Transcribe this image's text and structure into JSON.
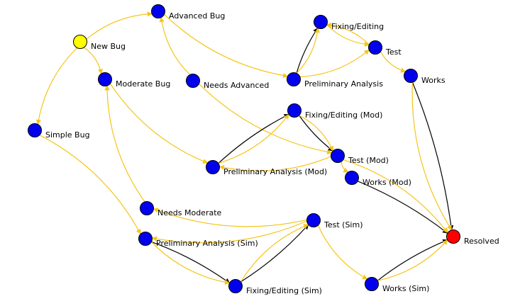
{
  "diagram": {
    "type": "state-graph",
    "colors": {
      "background": "#ffffff",
      "node_default": "#0000ee",
      "node_start": "#ffff00",
      "node_end": "#ff0000",
      "node_stroke": "#000000",
      "edge_primary": "#f5c518",
      "edge_secondary": "#000000"
    },
    "nodes": [
      {
        "id": "new_bug",
        "label": "New Bug",
        "kind": "start"
      },
      {
        "id": "advanced_bug",
        "label": "Advanced Bug",
        "kind": "default"
      },
      {
        "id": "moderate_bug",
        "label": "Moderate Bug",
        "kind": "default"
      },
      {
        "id": "simple_bug",
        "label": "Simple Bug",
        "kind": "default"
      },
      {
        "id": "needs_advanced",
        "label": "Needs Advanced",
        "kind": "default"
      },
      {
        "id": "prelim",
        "label": "Preliminary Analysis",
        "kind": "default"
      },
      {
        "id": "fixing",
        "label": "Fixing/Editing",
        "kind": "default"
      },
      {
        "id": "test",
        "label": "Test",
        "kind": "default"
      },
      {
        "id": "works",
        "label": "Works",
        "kind": "default"
      },
      {
        "id": "fixing_mod",
        "label": "Fixing/Editing (Mod)",
        "kind": "default"
      },
      {
        "id": "test_mod",
        "label": "Test (Mod)",
        "kind": "default"
      },
      {
        "id": "prelim_mod",
        "label": "Preliminary Analysis (Mod)",
        "kind": "default"
      },
      {
        "id": "works_mod",
        "label": "Works (Mod)",
        "kind": "default"
      },
      {
        "id": "needs_moderate",
        "label": "Needs Moderate",
        "kind": "default"
      },
      {
        "id": "test_sim",
        "label": "Test (Sim)",
        "kind": "default"
      },
      {
        "id": "prelim_sim",
        "label": "Preliminary Analysis (Sim)",
        "kind": "default"
      },
      {
        "id": "fixing_sim",
        "label": "Fixing/Editing (Sim)",
        "kind": "default"
      },
      {
        "id": "works_sim",
        "label": "Works (Sim)",
        "kind": "default"
      },
      {
        "id": "resolved",
        "label": "Resolved",
        "kind": "end"
      }
    ],
    "edges": [
      {
        "from": "new_bug",
        "to": "advanced_bug",
        "color": "primary"
      },
      {
        "from": "new_bug",
        "to": "moderate_bug",
        "color": "primary"
      },
      {
        "from": "new_bug",
        "to": "simple_bug",
        "color": "primary"
      },
      {
        "from": "advanced_bug",
        "to": "prelim",
        "color": "primary"
      },
      {
        "from": "needs_advanced",
        "to": "advanced_bug",
        "color": "primary"
      },
      {
        "from": "prelim",
        "to": "fixing",
        "color": "secondary"
      },
      {
        "from": "prelim",
        "to": "fixing",
        "color": "primary"
      },
      {
        "from": "fixing",
        "to": "test",
        "color": "primary"
      },
      {
        "from": "test",
        "to": "fixing",
        "color": "primary"
      },
      {
        "from": "prelim",
        "to": "test",
        "color": "primary"
      },
      {
        "from": "test",
        "to": "works",
        "color": "primary"
      },
      {
        "from": "works",
        "to": "resolved",
        "color": "secondary"
      },
      {
        "from": "works",
        "to": "resolved",
        "color": "primary"
      },
      {
        "from": "moderate_bug",
        "to": "prelim_mod",
        "color": "primary"
      },
      {
        "from": "needs_advanced",
        "to": "test_mod",
        "color": "primary"
      },
      {
        "from": "prelim_mod",
        "to": "fixing_mod",
        "color": "secondary"
      },
      {
        "from": "prelim_mod",
        "to": "fixing_mod",
        "color": "primary"
      },
      {
        "from": "fixing_mod",
        "to": "test_mod",
        "color": "secondary"
      },
      {
        "from": "fixing_mod",
        "to": "test_mod",
        "color": "primary"
      },
      {
        "from": "test_mod",
        "to": "prelim_mod",
        "color": "primary"
      },
      {
        "from": "test_mod",
        "to": "works_mod",
        "color": "primary"
      },
      {
        "from": "works_mod",
        "to": "resolved",
        "color": "secondary"
      },
      {
        "from": "test_mod",
        "to": "resolved",
        "color": "primary"
      },
      {
        "from": "needs_moderate",
        "to": "moderate_bug",
        "color": "primary"
      },
      {
        "from": "test_sim",
        "to": "needs_moderate",
        "color": "primary"
      },
      {
        "from": "simple_bug",
        "to": "prelim_sim",
        "color": "primary"
      },
      {
        "from": "test_sim",
        "to": "prelim_sim",
        "color": "primary"
      },
      {
        "from": "prelim_sim",
        "to": "fixing_sim",
        "color": "secondary"
      },
      {
        "from": "prelim_sim",
        "to": "fixing_sim",
        "color": "primary"
      },
      {
        "from": "fixing_sim",
        "to": "test_sim",
        "color": "secondary"
      },
      {
        "from": "fixing_sim",
        "to": "test_sim",
        "color": "primary"
      },
      {
        "from": "test_sim",
        "to": "works_sim",
        "color": "primary"
      },
      {
        "from": "works_sim",
        "to": "resolved",
        "color": "secondary"
      },
      {
        "from": "works_sim",
        "to": "resolved",
        "color": "primary"
      }
    ]
  }
}
